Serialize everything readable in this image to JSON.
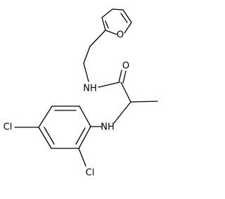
{
  "structure": {
    "atoms": {
      "furan_o": "O",
      "amide_nh": "NH",
      "carbonyl_o": "O",
      "aryl_nh": "NH",
      "cl_para": "Cl",
      "cl_ortho": "Cl"
    },
    "line_color": "#000000",
    "background_color": "#ffffff"
  }
}
